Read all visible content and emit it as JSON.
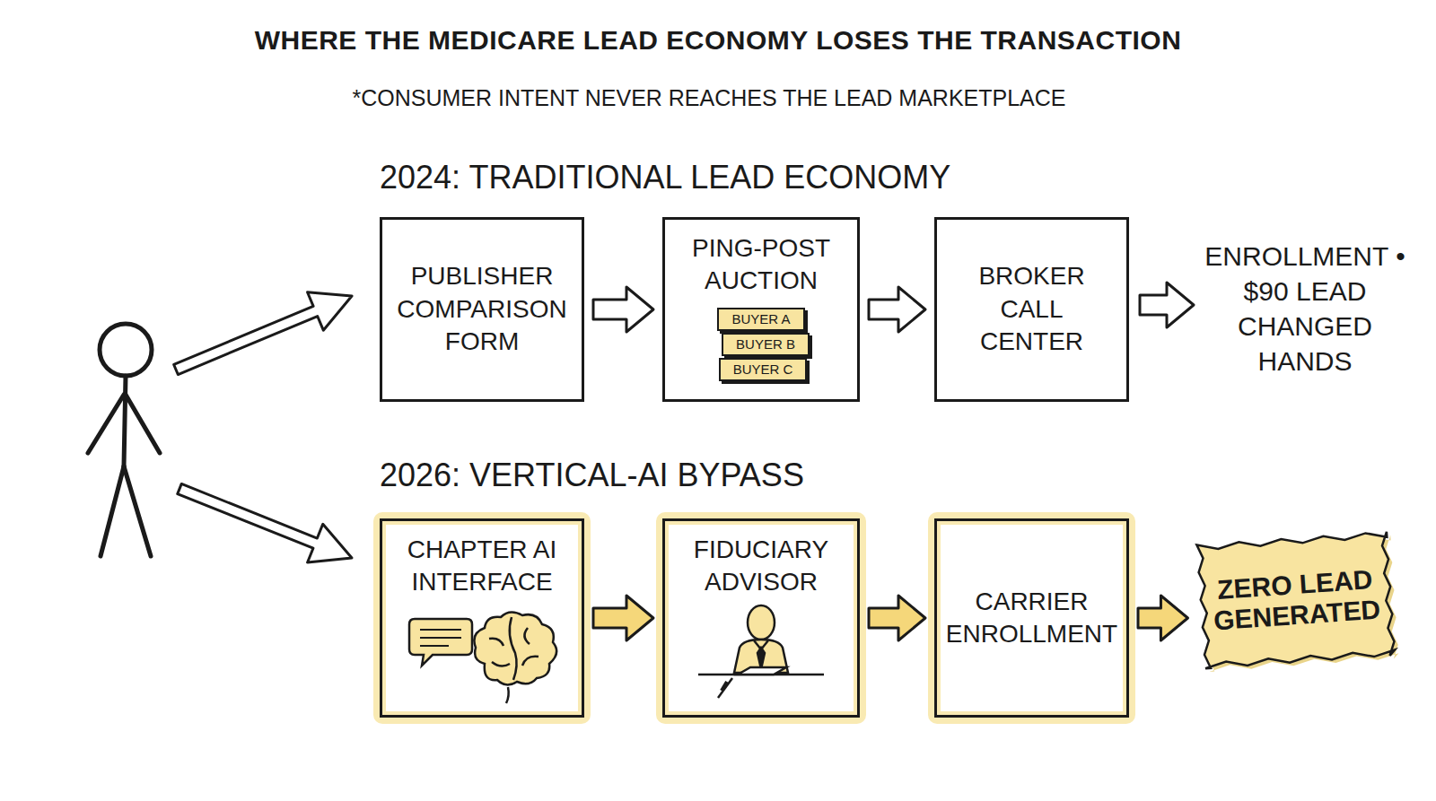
{
  "diagram": {
    "title": "WHERE THE MEDICARE LEAD ECONOMY LOSES THE TRANSACTION",
    "nodes": [
      {
        "text": [
          "PUBLISHER COMPARISON FORM"
        ]
      },
      {
        "text": [
          "PING-POST AUCTION"
        ]
      },
      {
        "text": [
          "BUYER A"
        ],
        "in": 1
      },
      {
        "text": [
          "BUYER B"
        ],
        "in": 1
      },
      {
        "text": [
          "BUYER C"
        ],
        "in": 1
      },
      {
        "text": [
          "BROKER CALL CENTER"
        ]
      },
      {
        "text": [
          "CHAPTER AI INTERFACE"
        ]
      },
      {
        "text": [
          "FIDUCIARY ADVISOR"
        ]
      },
      {
        "text": [
          "CARRIER ENROLLMENT"
        ]
      },
      {
        "text": [
          "ZERO LEAD GENERATED"
        ]
      }
    ],
    "edges": [
      {
        "from": 0,
        "to": 1,
        "arrow": "to"
      },
      {
        "from": 1,
        "to": 5,
        "arrow": "to"
      },
      {
        "from": 6,
        "to": 7,
        "arrow": "to"
      },
      {
        "from": 7,
        "to": 8,
        "arrow": "to"
      },
      {
        "from": 8,
        "to": 9,
        "arrow": "to"
      }
    ],
    "labels": [
      "*CONSUMER INTENT NEVER REACHES THE LEAD MARKETPLACE",
      "2024: TRADITIONAL LEAD ECONOMY",
      "ENROLLMENT • $90 LEAD CHANGED HANDS",
      "2026: VERTICAL-AI BYPASS"
    ]
  }
}
